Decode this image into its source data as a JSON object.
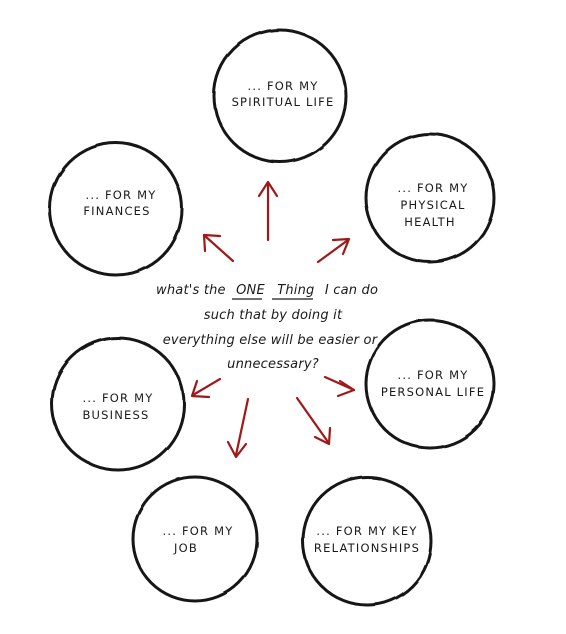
{
  "question": {
    "line1_prefix": "what's the",
    "line1_one": "ONE",
    "line1_thing": "Thing",
    "line1_suffix": "I can do",
    "line2": "such that by doing it",
    "line3": "everything else will be easier or",
    "line4": "unnecessary?"
  },
  "circles": [
    {
      "id": "spiritual",
      "line1": "... FOR MY",
      "line2": "SPIRITUAL LIFE"
    },
    {
      "id": "physical",
      "line1": "... FOR MY",
      "line2": "PHYSICAL",
      "line3": "HEALTH"
    },
    {
      "id": "personal",
      "line1": "... FOR MY",
      "line2": "PERSONAL LIFE"
    },
    {
      "id": "relationships",
      "line1": "... FOR MY KEY",
      "line2": "RELATIONSHIPS"
    },
    {
      "id": "job",
      "line1": "... FOR MY",
      "line2": "JOB"
    },
    {
      "id": "business",
      "line1": "... FOR MY",
      "line2": "BUSINESS"
    },
    {
      "id": "finances",
      "line1": "... FOR MY",
      "line2": "FINANCES"
    }
  ],
  "colors": {
    "arrow": "#a01818",
    "ink": "#151515"
  }
}
